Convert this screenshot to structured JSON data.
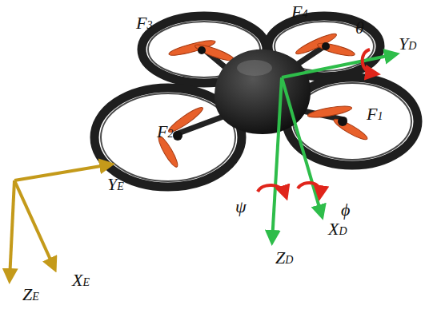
{
  "diagram": {
    "labels": [
      "F3",
      "F4",
      "θ",
      "YD",
      "F2",
      "F1",
      "ψ",
      "ϕ",
      "ZD",
      "XD",
      "YE",
      "ZE",
      "XE"
    ]
  }
}
